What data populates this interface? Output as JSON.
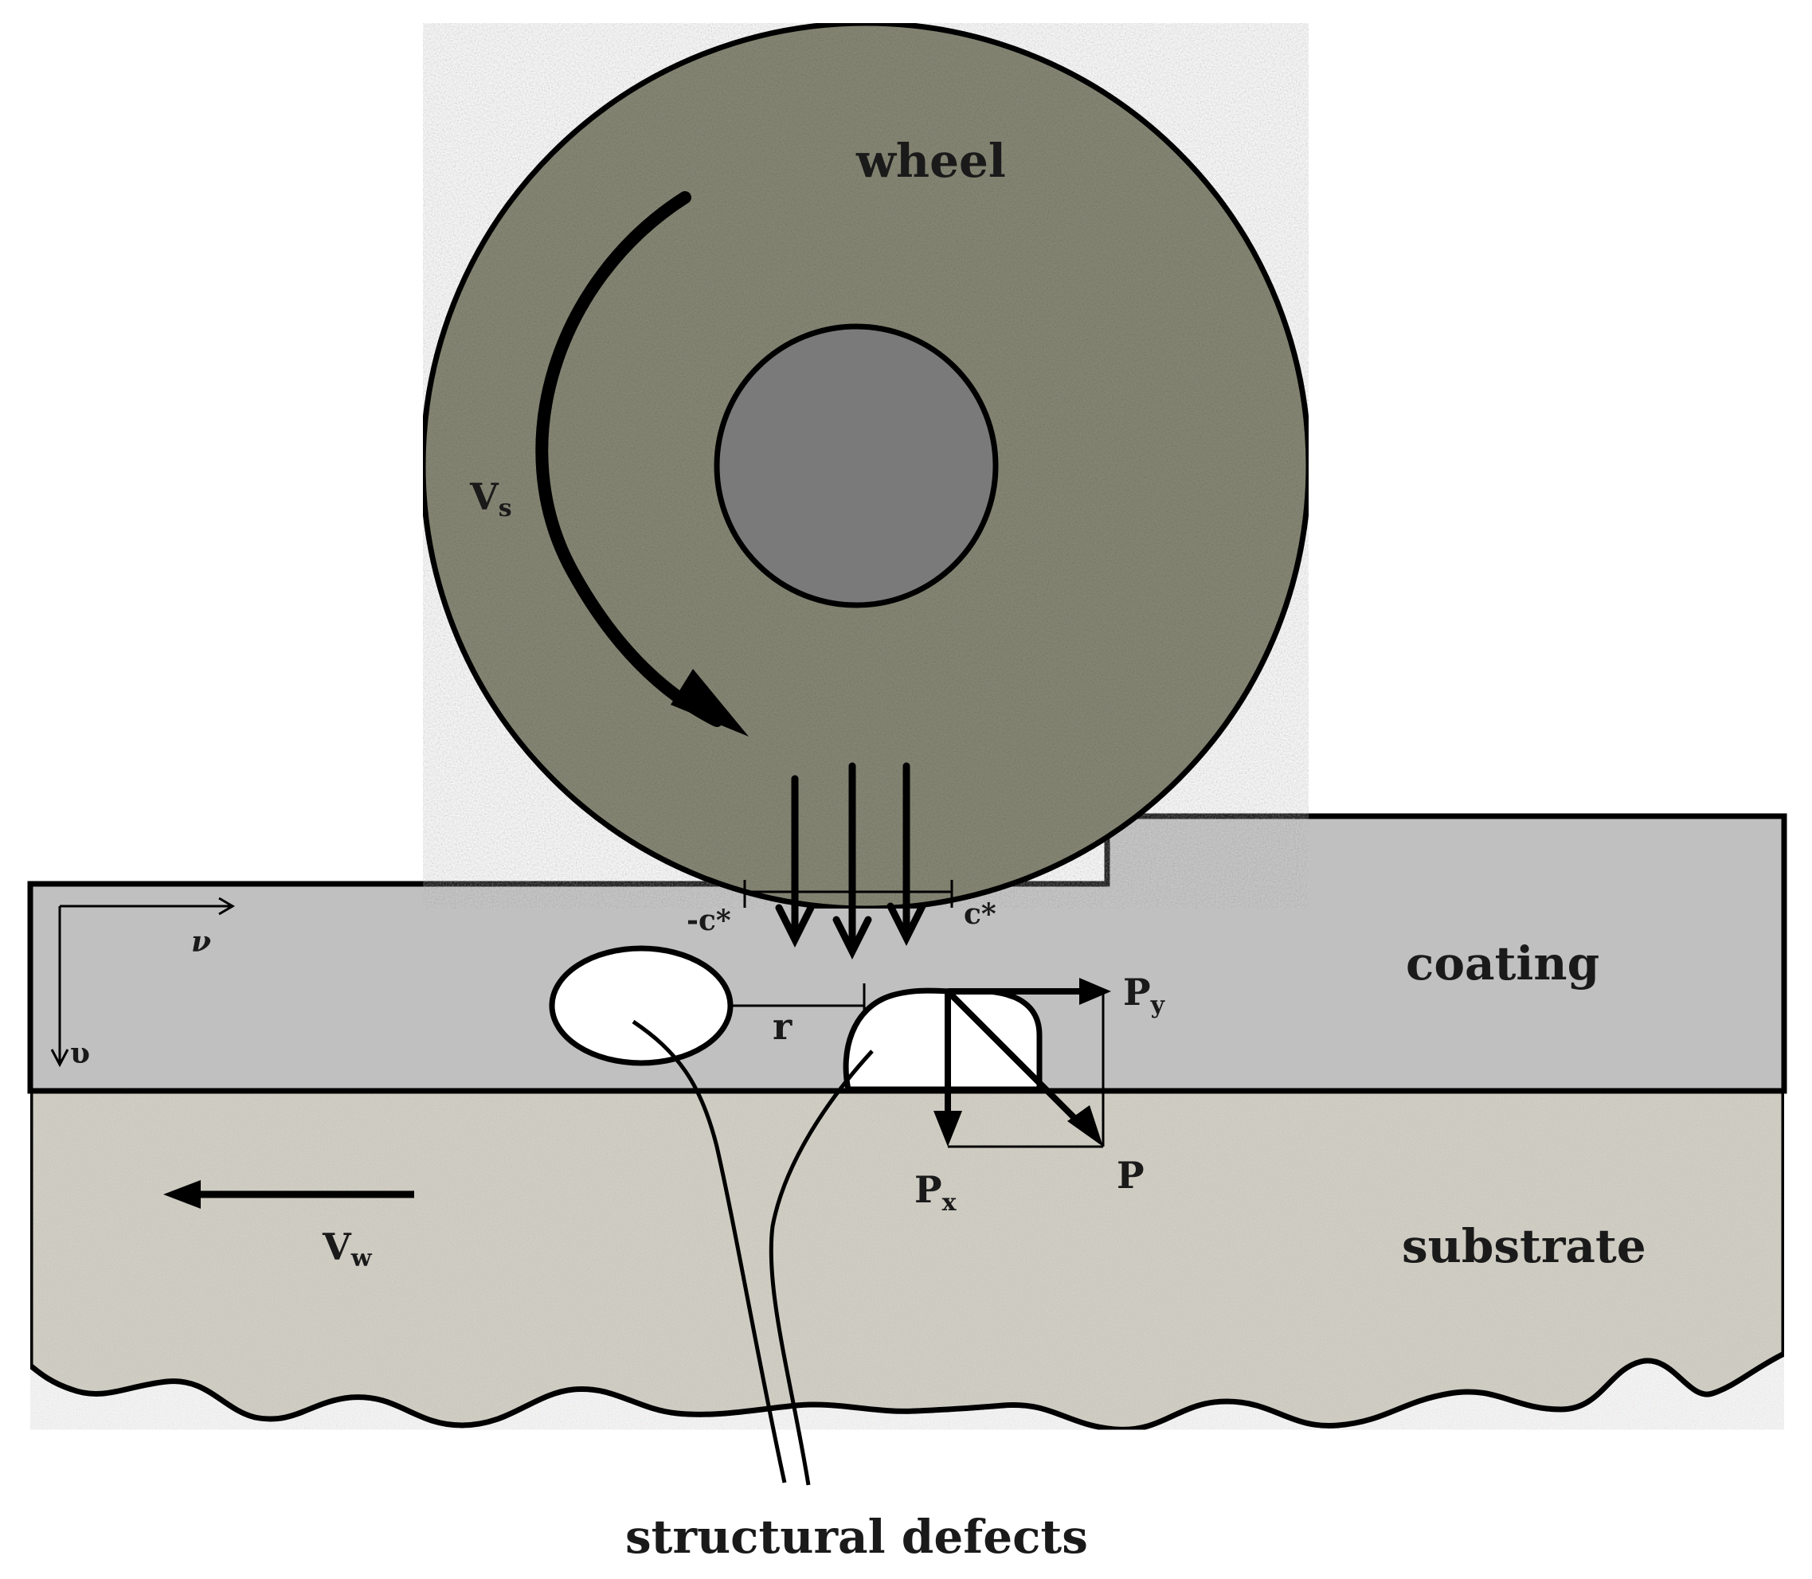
{
  "labels": {
    "wheel": "wheel",
    "coating": "coating",
    "substrate": "substrate",
    "structural_defects": "structural defects",
    "vs_main": "V",
    "vs_sub": "s",
    "vw_main": "V",
    "vw_sub": "w",
    "py_main": "P",
    "py_sub": "y",
    "px_main": "P",
    "px_sub": "x",
    "p": "P",
    "r": "r",
    "c_neg": "-c*",
    "c_pos": "c*",
    "axis_horizontal": "ν",
    "axis_vertical": "υ"
  },
  "colors": {
    "wheel_fill": "#8a8a78",
    "hub_fill": "#7a7a7a",
    "coating_fill": "#c0c0c0",
    "substrate_fill": "#d9d6cc",
    "stroke": "#000000"
  }
}
